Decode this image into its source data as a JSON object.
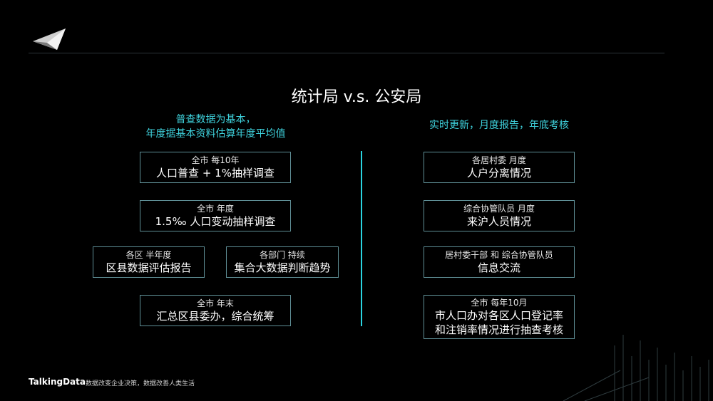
{
  "title": "统计局 v.s. 公安局",
  "left": {
    "subtitle_line1": "普查数据为基本，",
    "subtitle_line2": "年度据基本资料估算年度平均值",
    "boxes": [
      {
        "line1": "全市 每10年",
        "line2": "人口普查 + 1%抽样调查"
      },
      {
        "line1": "全市 年度",
        "line2": "1.5‰ 人口变动抽样调查"
      },
      {
        "line1": "各区 半年度",
        "line2": "区县数据评估报告"
      },
      {
        "line1": "各部门 持续",
        "line2": "集合大数据判断趋势"
      },
      {
        "line1": "全市 年末",
        "line2": "汇总区县委办，综合统筹"
      }
    ]
  },
  "right": {
    "subtitle": "实时更新，月度报告，年底考核",
    "boxes": [
      {
        "line1": "各居村委 月度",
        "line2": "人户分离情况"
      },
      {
        "line1": "综合协管队员 月度",
        "line2": "来沪人员情况"
      },
      {
        "line1": "居村委干部 和 综合协管队员",
        "line2": "信息交流"
      },
      {
        "line1": "全市 每年10月",
        "line2": "市人口办对各区人口登记率",
        "line3": "和注销率情况进行抽查考核"
      }
    ]
  },
  "footer": {
    "brand": "TalkingData",
    "tagline": "数据改变企业决策，数据改善人类生活"
  },
  "colors": {
    "accent": "#2ad5e0",
    "box_border": "#5f8f96",
    "background": "#000000"
  }
}
